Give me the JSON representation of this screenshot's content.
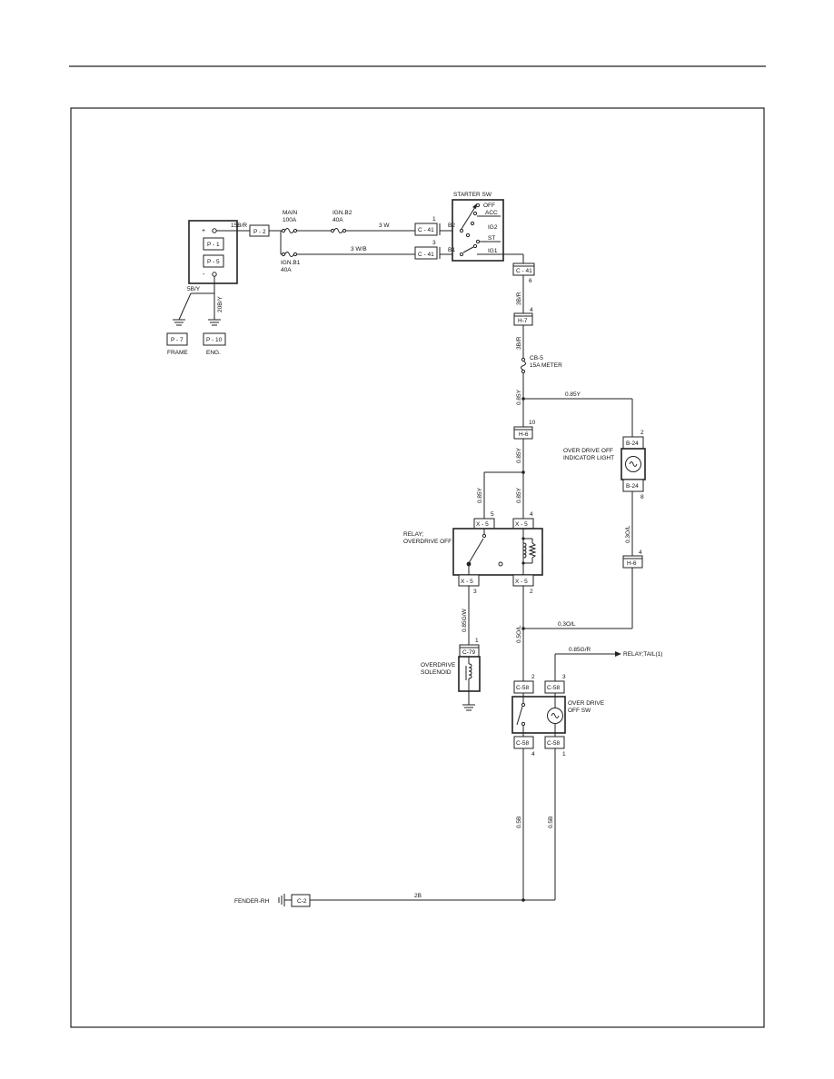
{
  "battery": {
    "terminals": [
      "+",
      "-"
    ],
    "connectors": [
      "P - 1",
      "P - 5"
    ]
  },
  "wires": {
    "batt_pos": "15B/R",
    "batt_neg": "20B/Y",
    "frame_gnd": "5B/Y",
    "ign_b2_out": "3 W",
    "ign_b1_out": "3 W/B",
    "ig1_out_a": "3B/R",
    "ig1_out_b": "3B/R",
    "meter_out": "0.85Y",
    "od_light_feed": "0.85Y",
    "h6_to_relay": "0.85Y",
    "relay_pin5": "0.85Y",
    "relay_pin4": "0.85Y",
    "od_light_out": "0.3O/L",
    "relay_to_sw": "0.5O/L",
    "light_to_sw": "0.3O/L",
    "solenoid_feed": "0.85G/W",
    "tail_feed": "0.85G/R",
    "sw_pin4": "0.5B",
    "sw_pin1": "0.5B",
    "ground_run": "2B"
  },
  "connectors": {
    "p2": "P - 2",
    "p7": "P - 7",
    "p10": "P - 10",
    "c41": "C - 41",
    "h7": "H-7",
    "h6": "H-6",
    "b24": "B-24",
    "x5": "X - 5",
    "c79": "C-79",
    "c58": "C-58",
    "c2": "C-2"
  },
  "pins": {
    "c41_top": "1",
    "c41_mid": "3",
    "c41_bot": "6",
    "h7": "4",
    "h6_top": "10",
    "b24_top": "2",
    "b24_bot": "8",
    "h6_right": "4",
    "x5_left_top": "5",
    "x5_right_top": "4",
    "x5_left_bot": "3",
    "x5_right_bot": "2",
    "c79": "1",
    "c58_left_top": "2",
    "c58_right_top": "3",
    "c58_left_bot": "4",
    "c58_right_bot": "1"
  },
  "labels": {
    "frame": "FRAME",
    "eng": "ENG.",
    "main_fuse": "MAIN",
    "main_fuse_rating": "100A",
    "ign_b2": "IGN.B2",
    "ign_b2_rating": "40A",
    "ign_b1": "IGN.B1",
    "ign_b1_rating": "40A",
    "starter_sw": "STARTER SW",
    "sw_b2": "B2",
    "sw_b1": "B1",
    "sw_off": "OFF",
    "sw_acc": "ACC",
    "sw_ig2": "IG2",
    "sw_st": "ST",
    "sw_ig1": "IG1",
    "cb5": "CB-5",
    "cb5_rating": "15A METER",
    "od_light_1": "OVER DRIVE OFF",
    "od_light_2": "INDICATOR LIGHT",
    "relay_1": "RELAY;",
    "relay_2": "OVERDRIVE OFF",
    "solenoid_1": "OVERDRIVE",
    "solenoid_2": "SOLENOID",
    "tail_relay": "RELAY;TAIL(1)",
    "od_sw_1": "OVER DRIVE",
    "od_sw_2": "OFF SW",
    "fender": "FENDER-RH"
  }
}
